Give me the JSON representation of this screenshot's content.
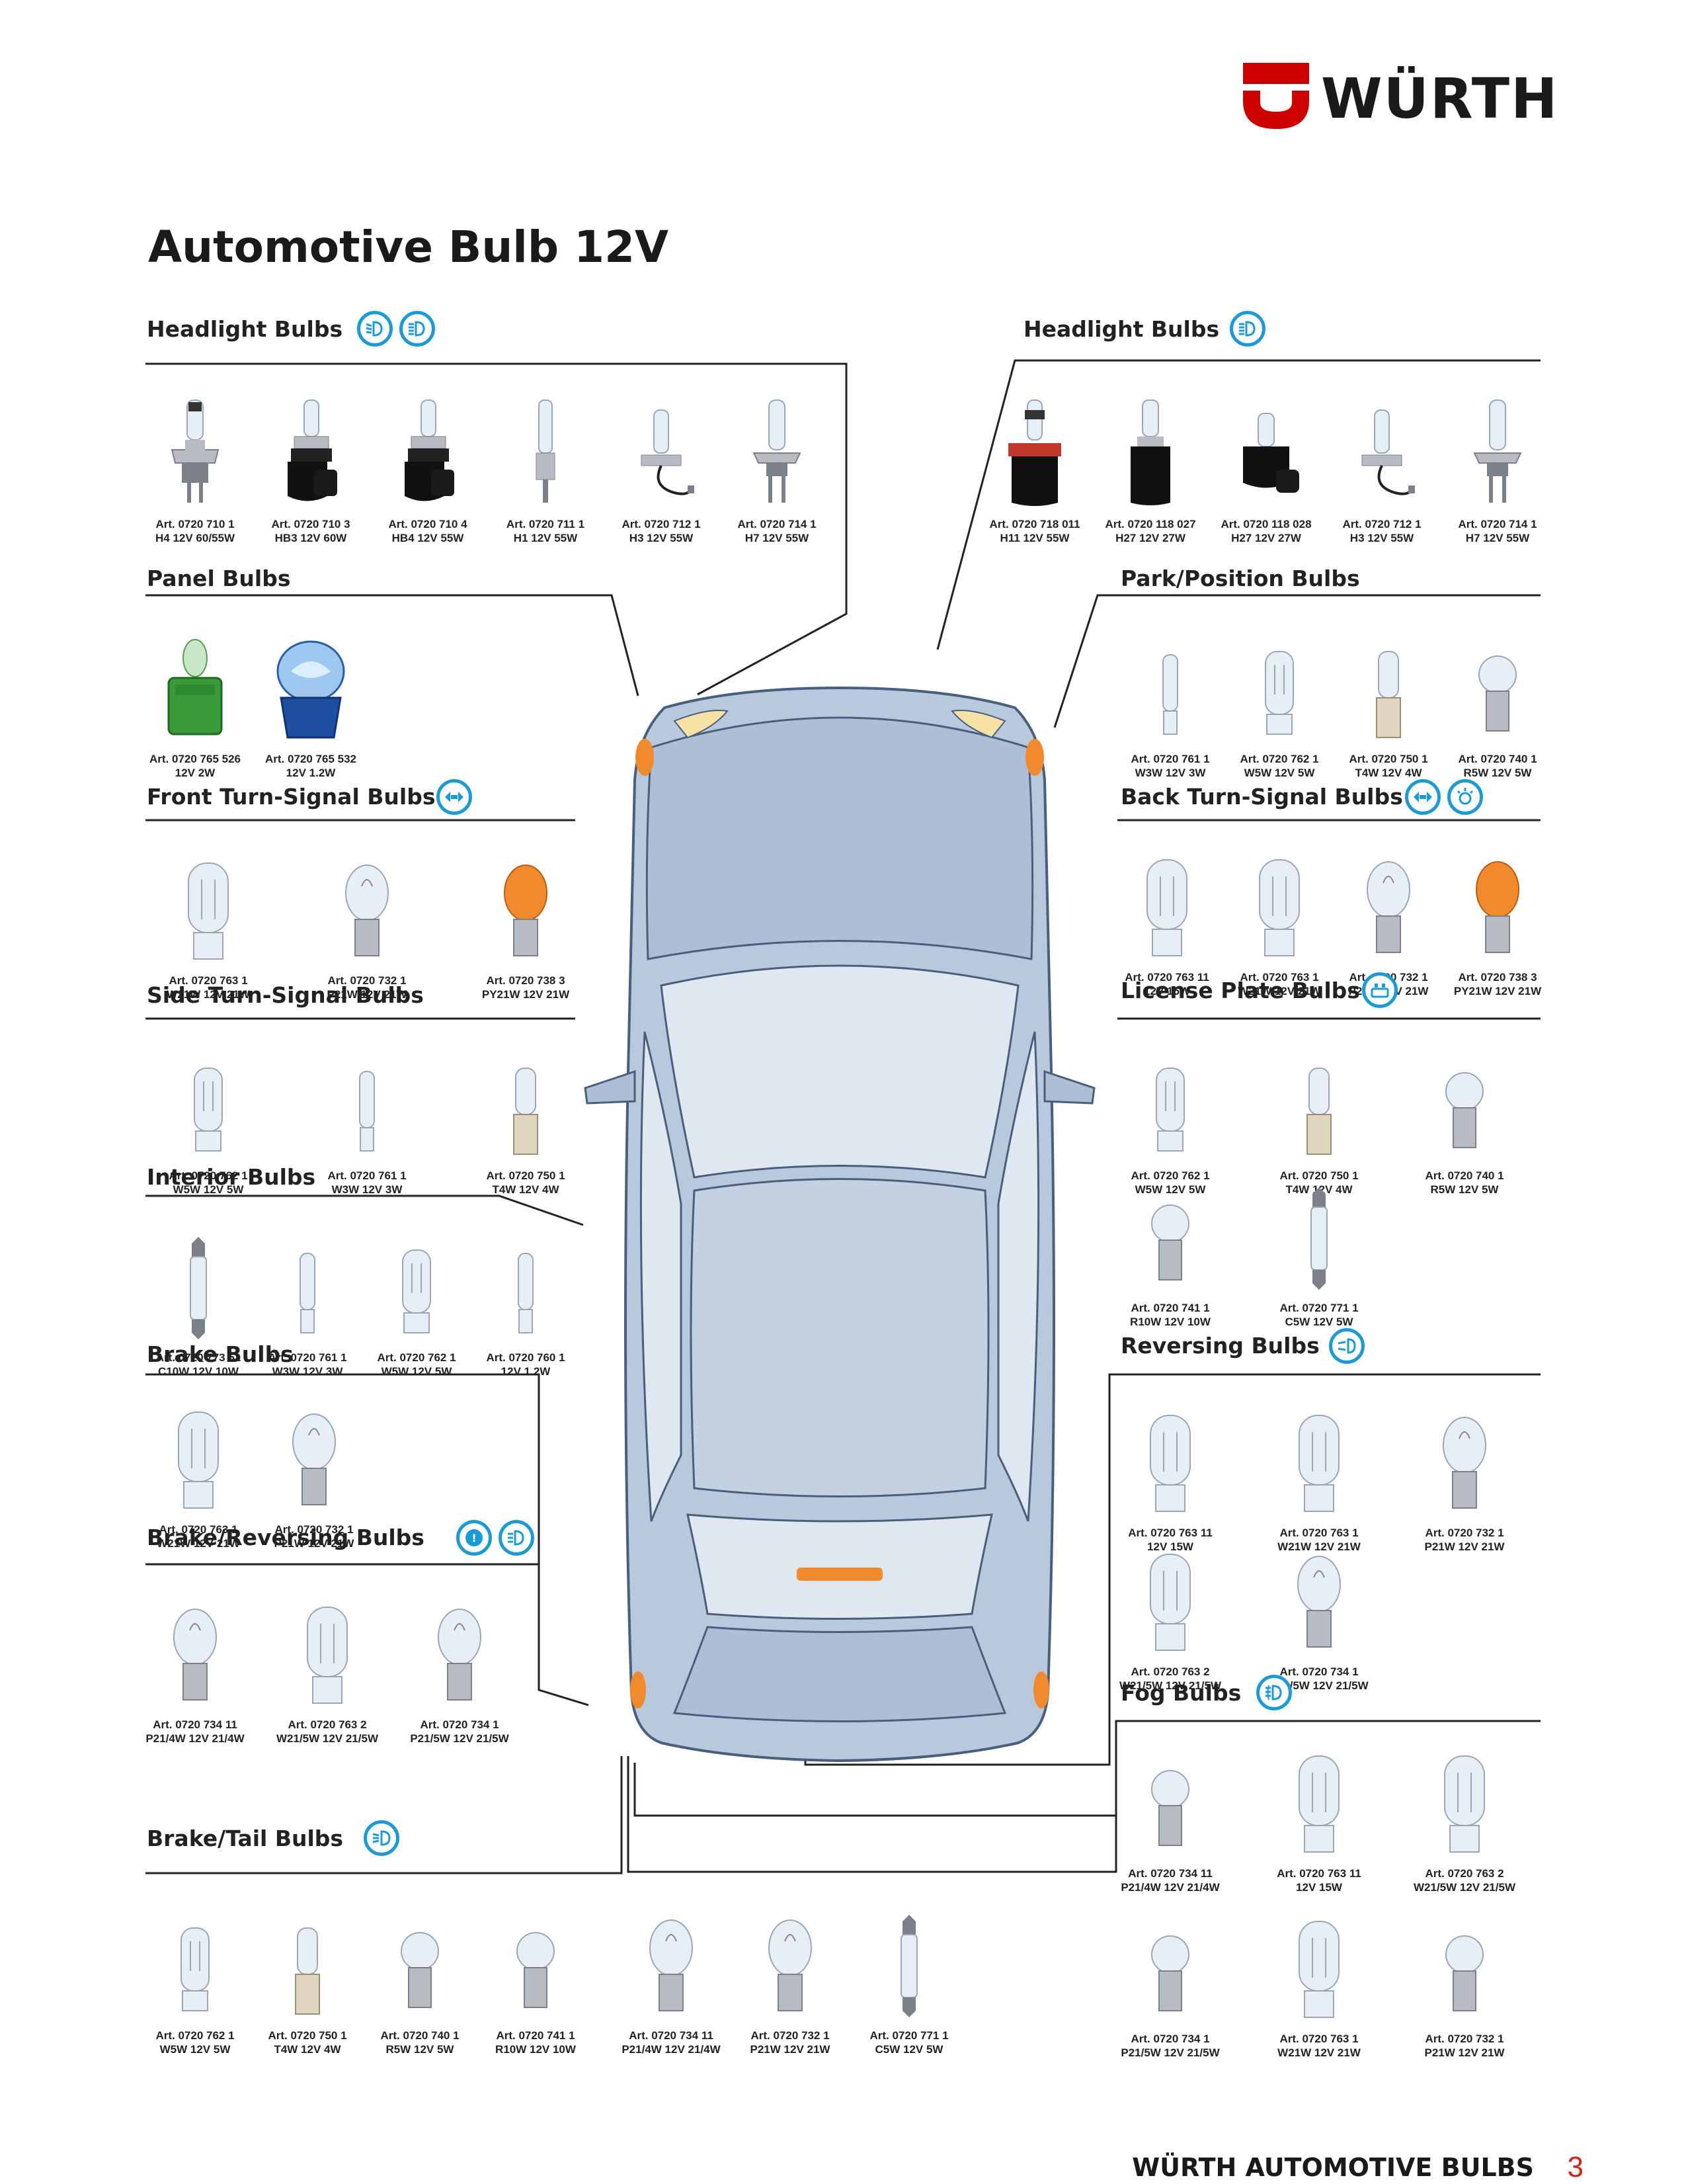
{
  "brand": {
    "name": "WÜRTH",
    "mark_color": "#cc0000"
  },
  "page_title": "Automotive Bulb 12V",
  "footer": {
    "text": "WÜRTH AUTOMOTIVE BULBS",
    "page_number": "3"
  },
  "colors": {
    "accent": "#1d9ad6",
    "car_body": "#b9c9dd",
    "amber": "#f08a2c",
    "green_base": "#3a9a3a"
  },
  "sections": [
    {
      "id": "headlight-left",
      "title": "Headlight Bulbs",
      "icons": [
        "headlight-low-beam-icon",
        "headlight-high-beam-icon"
      ],
      "items": [
        {
          "art": "Art. 0720 710 1",
          "spec": "H4 12V 60/55W",
          "type": "h4"
        },
        {
          "art": "Art. 0720 710 3",
          "spec": "HB3 12V 60W",
          "type": "hb"
        },
        {
          "art": "Art. 0720 710 4",
          "spec": "HB4 12V 55W",
          "type": "hb"
        },
        {
          "art": "Art. 0720 711 1",
          "spec": "H1 12V 55W",
          "type": "h1"
        },
        {
          "art": "Art. 0720 712 1",
          "spec": "H3 12V 55W",
          "type": "h3"
        },
        {
          "art": "Art. 0720 714 1",
          "spec": "H7 12V 55W",
          "type": "h7"
        }
      ]
    },
    {
      "id": "headlight-right",
      "title": "Headlight Bulbs",
      "icons": [
        "headlight-high-beam-icon"
      ],
      "items": [
        {
          "art": "Art. 0720 718 011",
          "spec": "H11 12V 55W",
          "type": "h11"
        },
        {
          "art": "Art. 0720 118 027",
          "spec": "H27 12V 27W",
          "type": "h27"
        },
        {
          "art": "Art. 0720 118 028",
          "spec": "H27 12V 27W",
          "type": "h27b"
        },
        {
          "art": "Art. 0720 712 1",
          "spec": "H3 12V 55W",
          "type": "h3"
        },
        {
          "art": "Art. 0720 714 1",
          "spec": "H7 12V 55W",
          "type": "h7"
        }
      ]
    },
    {
      "id": "panel",
      "title": "Panel Bulbs",
      "icons": [],
      "items": [
        {
          "art": "Art. 0720 765 526",
          "spec": "12V 2W",
          "type": "panel-green"
        },
        {
          "art": "Art. 0720 765 532",
          "spec": "12V 1.2W",
          "type": "panel-blue"
        }
      ]
    },
    {
      "id": "park-position",
      "title": "Park/Position Bulbs",
      "icons": [],
      "items": [
        {
          "art": "Art. 0720 761 1",
          "spec": "W3W 12V 3W",
          "type": "wedge-s"
        },
        {
          "art": "Art. 0720 762 1",
          "spec": "W5W 12V 5W",
          "type": "wedge"
        },
        {
          "art": "Art. 0720 750 1",
          "spec": "T4W 12V 4W",
          "type": "t4w"
        },
        {
          "art": "Art. 0720 740 1",
          "spec": "R5W 12V 5W",
          "type": "ball-s"
        }
      ]
    },
    {
      "id": "front-turn",
      "title": "Front Turn-Signal Bulbs",
      "icons": [
        "turn-signal-icon"
      ],
      "items": [
        {
          "art": "Art. 0720 763 1",
          "spec": "W21W 12V 21W",
          "type": "wedge-l"
        },
        {
          "art": "Art. 0720 732 1",
          "spec": "P21W 12V 21W",
          "type": "ball"
        },
        {
          "art": "Art. 0720 738 3",
          "spec": "PY21W 12V 21W",
          "type": "ball-amber"
        }
      ]
    },
    {
      "id": "back-turn",
      "title": "Back Turn-Signal Bulbs",
      "icons": [
        "turn-signal-icon",
        "hazard-light-icon"
      ],
      "items": [
        {
          "art": "Art. 0720 763 11",
          "spec": "12V 15W",
          "type": "wedge-l"
        },
        {
          "art": "Art. 0720 763 1",
          "spec": "W21W 12V 21W",
          "type": "wedge-l"
        },
        {
          "art": "Art. 0720 732 1",
          "spec": "P21W 12V 21W",
          "type": "ball"
        },
        {
          "art": "Art. 0720 738 3",
          "spec": "PY21W 12V 21W",
          "type": "ball-amber"
        }
      ]
    },
    {
      "id": "side-turn",
      "title": "Side Turn-Signal Bulbs",
      "icons": [],
      "items": [
        {
          "art": "Art. 0720 762 1",
          "spec": "W5W 12V 5W",
          "type": "wedge"
        },
        {
          "art": "Art. 0720 761 1",
          "spec": "W3W 12V 3W",
          "type": "wedge-s"
        },
        {
          "art": "Art. 0720 750 1",
          "spec": "T4W 12V 4W",
          "type": "t4w"
        }
      ]
    },
    {
      "id": "license-plate",
      "title": "License Plate Bulbs",
      "icons": [
        "license-plate-light-icon"
      ],
      "items": [
        {
          "art": "Art. 0720 762 1",
          "spec": "W5W 12V 5W",
          "type": "wedge"
        },
        {
          "art": "Art. 0720 750 1",
          "spec": "T4W 12V 4W",
          "type": "t4w"
        },
        {
          "art": "Art. 0720 740 1",
          "spec": "R5W 12V 5W",
          "type": "ball-s"
        },
        {
          "art": "Art. 0720 741 1",
          "spec": "R10W 12V 10W",
          "type": "ball-s"
        },
        {
          "art": "Art. 0720 771 1",
          "spec": "C5W 12V 5W",
          "type": "festoon"
        }
      ]
    },
    {
      "id": "interior",
      "title": "Interior Bulbs",
      "icons": [],
      "items": [
        {
          "art": "Art. 0720 773 51",
          "spec": "C10W 12V 10W",
          "type": "festoon"
        },
        {
          "art": "Art. 0720 761 1",
          "spec": "W3W 12V 3W",
          "type": "wedge-s"
        },
        {
          "art": "Art. 0720 762 1",
          "spec": "W5W 12V 5W",
          "type": "wedge"
        },
        {
          "art": "Art. 0720 760 1",
          "spec": "12V 1.2W",
          "type": "wedge-s"
        }
      ]
    },
    {
      "id": "reversing",
      "title": "Reversing Bulbs",
      "icons": [
        "reversing-light-icon"
      ],
      "items": [
        {
          "art": "Art. 0720 763 11",
          "spec": "12V 15W",
          "type": "wedge-l"
        },
        {
          "art": "Art. 0720 763 1",
          "spec": "W21W 12V 21W",
          "type": "wedge-l"
        },
        {
          "art": "Art. 0720 732 1",
          "spec": "P21W 12V 21W",
          "type": "ball"
        },
        {
          "art": "Art. 0720 763 2",
          "spec": "W21/5W 12V 21/5W",
          "type": "wedge-l"
        },
        {
          "art": "Art. 0720 734 1",
          "spec": "P21/5W 12V 21/5W",
          "type": "ball"
        }
      ]
    },
    {
      "id": "brake",
      "title": "Brake Bulbs",
      "icons": [],
      "items": [
        {
          "art": "Art. 0720 763 1",
          "spec": "W21W 12V 21W",
          "type": "wedge-l"
        },
        {
          "art": "Art. 0720 732 1",
          "spec": "P21W 12V 21W",
          "type": "ball"
        }
      ]
    },
    {
      "id": "brake-reversing",
      "title": "Brake/Reversing Bulbs",
      "icons": [
        "brake-light-icon",
        "reversing-lamp-icon"
      ],
      "items": [
        {
          "art": "Art. 0720 734 11",
          "spec": "P21/4W 12V 21/4W",
          "type": "ball"
        },
        {
          "art": "Art. 0720 763 2",
          "spec": "W21/5W 12V 21/5W",
          "type": "wedge-l"
        },
        {
          "art": "Art. 0720 734 1",
          "spec": "P21/5W 12V 21/5W",
          "type": "ball"
        }
      ]
    },
    {
      "id": "fog",
      "title": "Fog Bulbs",
      "icons": [
        "fog-light-icon"
      ],
      "items": [
        {
          "art": "Art. 0720 734 11",
          "spec": "P21/4W 12V 21/4W",
          "type": "ball-s"
        },
        {
          "art": "Art. 0720 763 11",
          "spec": "12V 15W",
          "type": "wedge-l"
        },
        {
          "art": "Art. 0720 763 2",
          "spec": "W21/5W 12V 21/5W",
          "type": "wedge-l"
        },
        {
          "art": "Art. 0720 734 1",
          "spec": "P21/5W 12V 21/5W",
          "type": "ball-s"
        },
        {
          "art": "Art. 0720 763 1",
          "spec": "W21W 12V 21W",
          "type": "wedge-l"
        },
        {
          "art": "Art. 0720 732 1",
          "spec": "P21W 12V 21W",
          "type": "ball-s"
        }
      ]
    },
    {
      "id": "brake-tail",
      "title": "Brake/Tail Bulbs",
      "icons": [
        "tail-light-icon"
      ],
      "items": [
        {
          "art": "Art. 0720 762 1",
          "spec": "W5W 12V 5W",
          "type": "wedge"
        },
        {
          "art": "Art. 0720 750 1",
          "spec": "T4W 12V 4W",
          "type": "t4w"
        },
        {
          "art": "Art. 0720 740 1",
          "spec": "R5W 12V 5W",
          "type": "ball-s"
        },
        {
          "art": "Art. 0720 741 1",
          "spec": "R10W 12V 10W",
          "type": "ball-s"
        },
        {
          "art": "Art. 0720 734 11",
          "spec": "P21/4W 12V 21/4W",
          "type": "ball"
        },
        {
          "art": "Art. 0720 732 1",
          "spec": "P21W 12V 21W",
          "type": "ball"
        },
        {
          "art": "Art. 0720 771 1",
          "spec": "C5W 12V 5W",
          "type": "festoon"
        }
      ]
    }
  ]
}
